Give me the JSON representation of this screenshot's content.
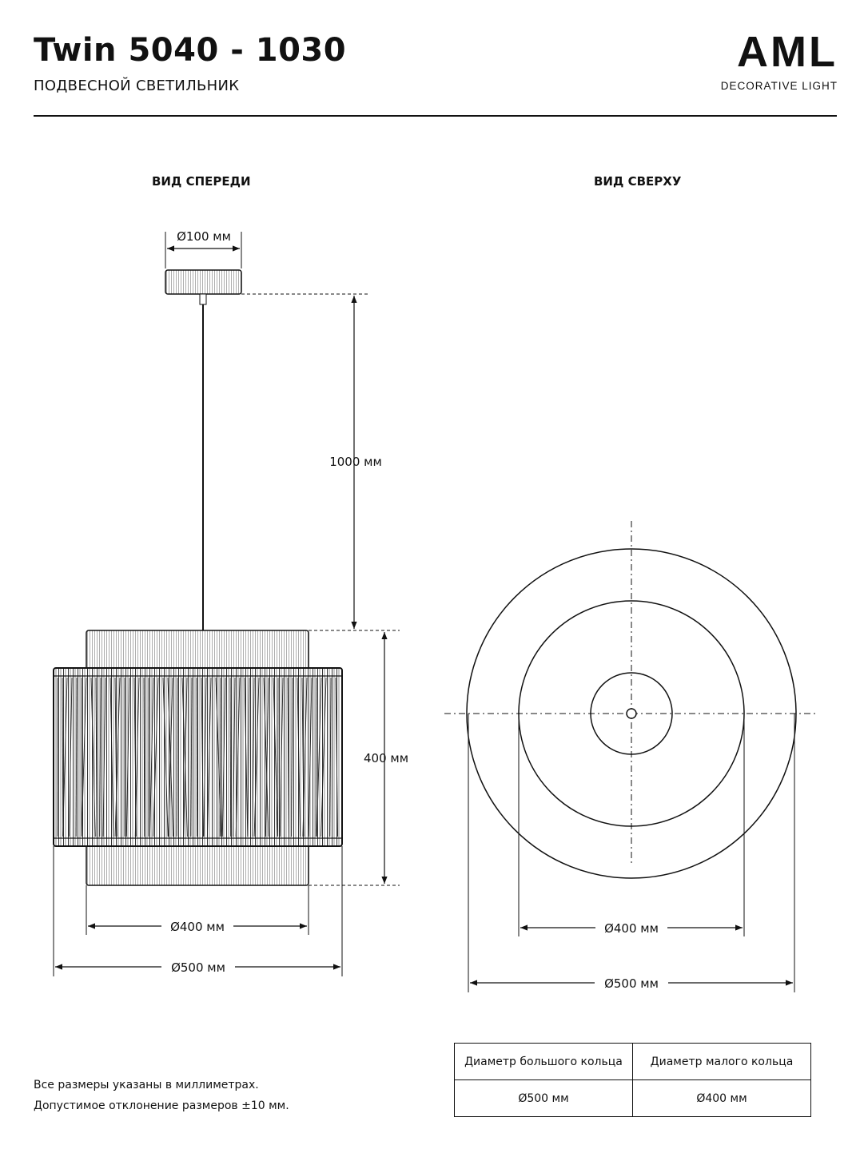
{
  "header": {
    "title": "Twin 5040 - 1030",
    "subtitle": "ПОДВЕСНОЙ СВЕТИЛЬНИК"
  },
  "logo": {
    "brand": "AML",
    "tagline": "DECORATIVE LIGHT"
  },
  "views": {
    "front_label": "ВИД СПЕРЕДИ",
    "top_label": "ВИД СВЕРХУ"
  },
  "dimensions": {
    "canopy": "Ø100 мм",
    "cable": "1000 мм",
    "height": "400 мм",
    "inner_front": "Ø400 мм",
    "outer_front": "Ø500 мм",
    "inner_top": "Ø400 мм",
    "outer_top": "Ø500 мм"
  },
  "notes": {
    "line1": "Все размеры указаны в миллиметрах.",
    "line2": "Допустимое отклонение размеров ±10 мм."
  },
  "spec_table": {
    "headers": [
      "Диаметр большого кольца",
      "Диаметр малого кольца"
    ],
    "values": [
      "Ø500 мм",
      "Ø400 мм"
    ]
  }
}
